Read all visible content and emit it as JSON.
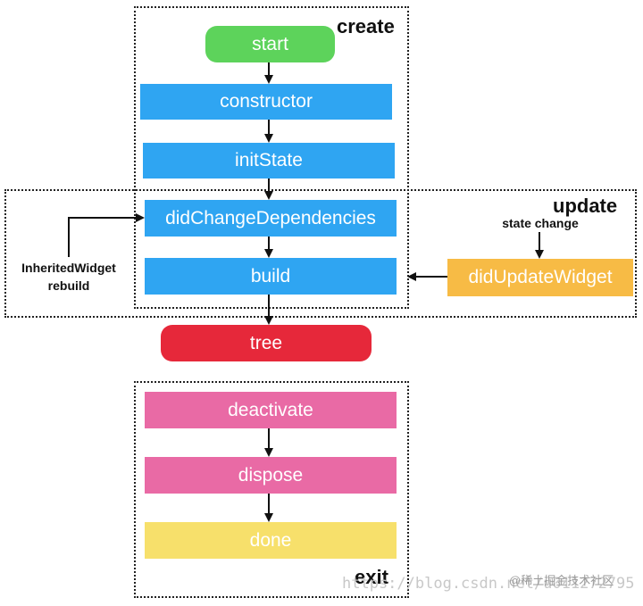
{
  "colors": {
    "start": "#5dd35b",
    "blue": "#2fa5f2",
    "update": "#f7bb45",
    "tree": "#e6283a",
    "exit": "#e96aa5",
    "done": "#f7e06b"
  },
  "sections": {
    "create": "create",
    "update": "update",
    "exit": "exit"
  },
  "nodes": {
    "start": "start",
    "constructor": "constructor",
    "initState": "initState",
    "didChangeDependencies": "didChangeDependencies",
    "build": "build",
    "didUpdateWidget": "didUpdateWidget",
    "tree": "tree",
    "deactivate": "deactivate",
    "dispose": "dispose",
    "done": "done"
  },
  "notes": {
    "state_change": "state change",
    "inherited_line1": "InheritedWidget",
    "inherited_line2": "rebuild"
  },
  "watermark": {
    "url": "https://blog.csdn.net/u011272795",
    "brand": "@稀土掘金技术社区"
  }
}
